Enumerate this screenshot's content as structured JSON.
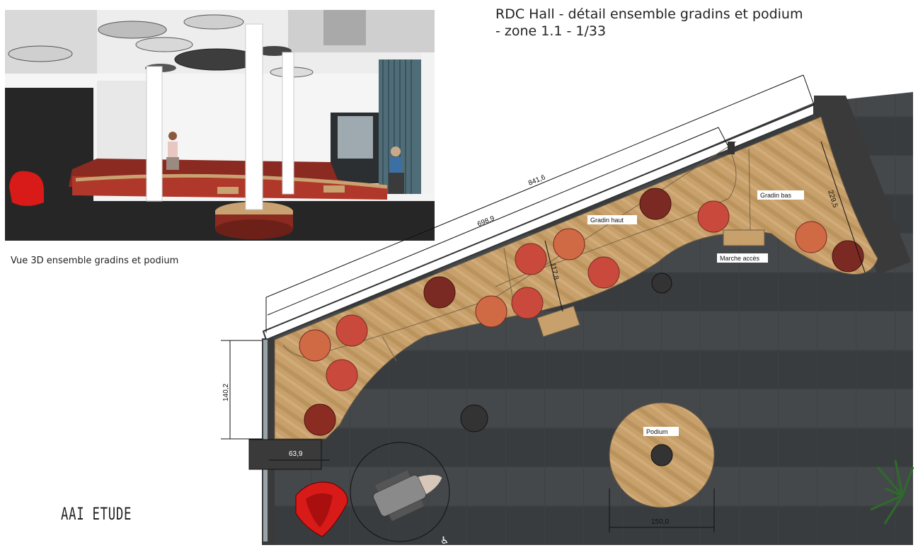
{
  "title": {
    "line1": "RDC Hall - détail ensemble gradins et podium",
    "line2": "- zone 1.1 - 1/33"
  },
  "render_caption": "Vue 3D ensemble gradins et podium",
  "brand": "AAI ETUDE",
  "plan_labels": {
    "gradin_haut": "Gradin haut",
    "gradin_bas": "Gradin bas",
    "marche_acces": "Marche accès",
    "podium": "Podium"
  },
  "dimensions": {
    "total_length": "841,6",
    "upper_length": "698,9",
    "gradin_bas_depth": "229,5",
    "gradin_haut_depth": "117,8",
    "left_height": "140,2",
    "step_width": "63,9",
    "podium_diameter": "150,0"
  },
  "colors": {
    "wood": "#c7a06b",
    "floor": "#3d4144",
    "wall": "#3a3a3a",
    "seat_dark": "#7a2a22",
    "seat_mid": "#c94a3c",
    "seat_light": "#d06a45",
    "armchair": "#d81a18"
  }
}
